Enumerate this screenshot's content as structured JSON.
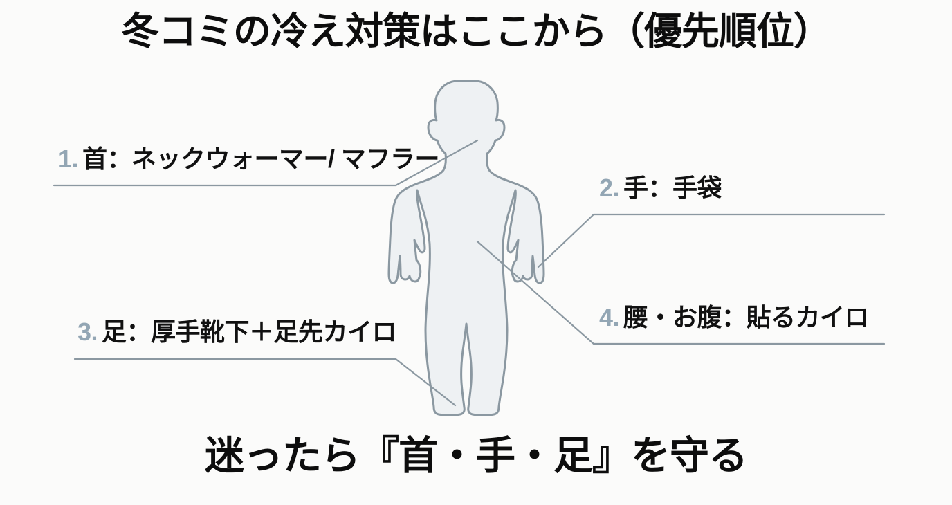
{
  "slide": {
    "background_color": "#fbfbfa",
    "title": "冬コミの冷え対策はここから（優先順位）",
    "footer": "迷ったら『首・手・足』を守る"
  },
  "figure": {
    "name": "human-body-silhouette",
    "fill_color": "#eef1f3",
    "outline_color": "#8b98a1"
  },
  "accent": {
    "number_color": "#93a6b4",
    "text_color": "#111111",
    "leader_line_color": "#8b98a1"
  },
  "callouts": [
    {
      "number": "1.",
      "text": "首：ネックウォーマー/ マフラー",
      "target": "neck"
    },
    {
      "number": "2.",
      "text": "手：手袋",
      "target": "hand"
    },
    {
      "number": "3.",
      "text": "足：厚手靴下＋足先カイロ",
      "target": "foot"
    },
    {
      "number": "4.",
      "text": "腰・お腹：貼るカイロ",
      "target": "waist-belly"
    }
  ]
}
